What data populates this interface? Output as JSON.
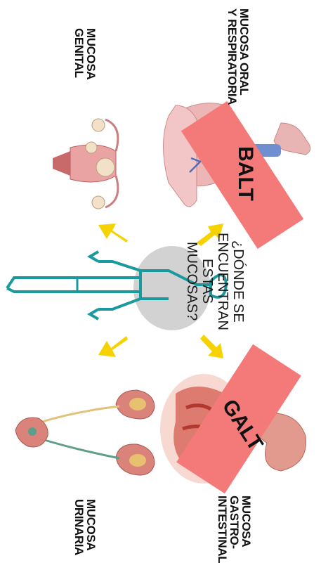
{
  "labels": {
    "oral_respiratory": "MUCOSA ORAL\nY RESPIRATORIA",
    "genital": "MUCOSA\nGENITAL",
    "gastrointestinal": "MUCOSA\nGASTRO-\nINTESTINAL",
    "urinary": "MUCOSA\nURINARIA"
  },
  "banners": {
    "balt": "BALT",
    "galt": "GALT"
  },
  "question": "¿DÓNDE SE\nENCUENTRAN ESTAS\nMUCOSAS?",
  "colors": {
    "banner": "#f47a7a",
    "arrow": "#f5d200",
    "body_outline": "#1a9a9e",
    "organ_pink": "#e9a3a3",
    "organ_dark": "#c26464"
  },
  "icons": {
    "body": "human-body-outline-icon",
    "lungs": "lungs-icon",
    "uterus": "uterus-icon",
    "intestine": "intestine-icon",
    "kidneys": "urinary-system-icon"
  }
}
